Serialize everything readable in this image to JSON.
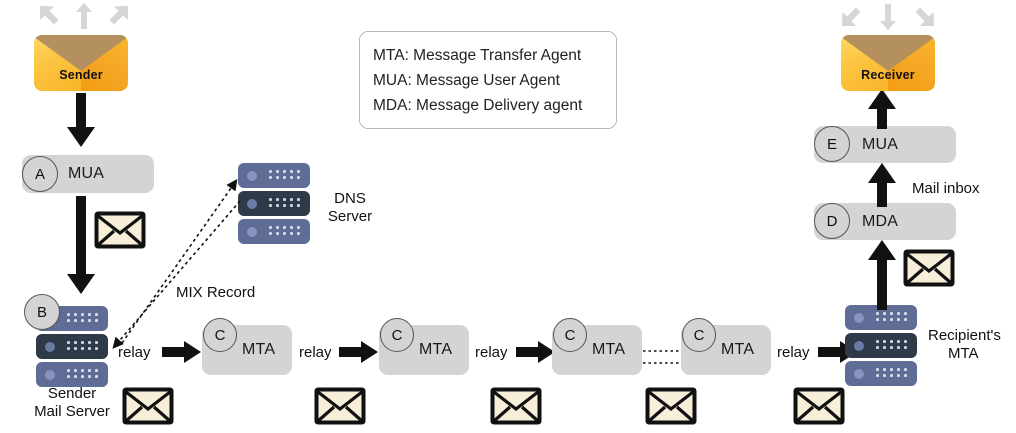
{
  "legend": {
    "lines": [
      "MTA: Message Transfer Agent",
      "MUA: Message User Agent",
      "MDA: Message Delivery agent"
    ]
  },
  "sender": {
    "envelope_caption": "Sender",
    "mua_step": "A",
    "mua_label": "MUA",
    "mailserver_step": "B",
    "mailserver_line1": "Sender",
    "mailserver_line2": "Mail Server"
  },
  "dns": {
    "line1": "DNS",
    "line2": "Server",
    "record_label": "MIX Record"
  },
  "mta_chain": [
    {
      "step": "C",
      "label": "MTA"
    },
    {
      "step": "C",
      "label": "MTA"
    },
    {
      "step": "C",
      "label": "MTA"
    },
    {
      "step": "C",
      "label": "MTA"
    }
  ],
  "relay_labels": [
    "relay",
    "relay",
    "relay",
    "relay"
  ],
  "recipient": {
    "mta_line1": "Recipient's",
    "mta_line2": "MTA",
    "mda_step": "D",
    "mda_label": "MDA",
    "mua_step": "E",
    "mua_label": "MUA",
    "inbox_label": "Mail inbox",
    "envelope_caption": "Receiver"
  },
  "icons": {
    "envelope_mail": "mail-envelope-icon",
    "server_rack": "server-rack-icon",
    "arrow_black": "arrow-icon",
    "arrow_grey_out": "outgoing-arrows-icon",
    "arrow_grey_in": "incoming-arrows-icon"
  },
  "colors": {
    "box_grey": "#d4d4d4",
    "envelope_cream": "#f7efd9",
    "rack_light": "#5f6d96",
    "rack_dark": "#2f3a49",
    "envelope_gold": "#f5a623",
    "envelope_flap": "#b5905f",
    "grey_arrow": "#d6d6d6",
    "black": "#111111"
  }
}
